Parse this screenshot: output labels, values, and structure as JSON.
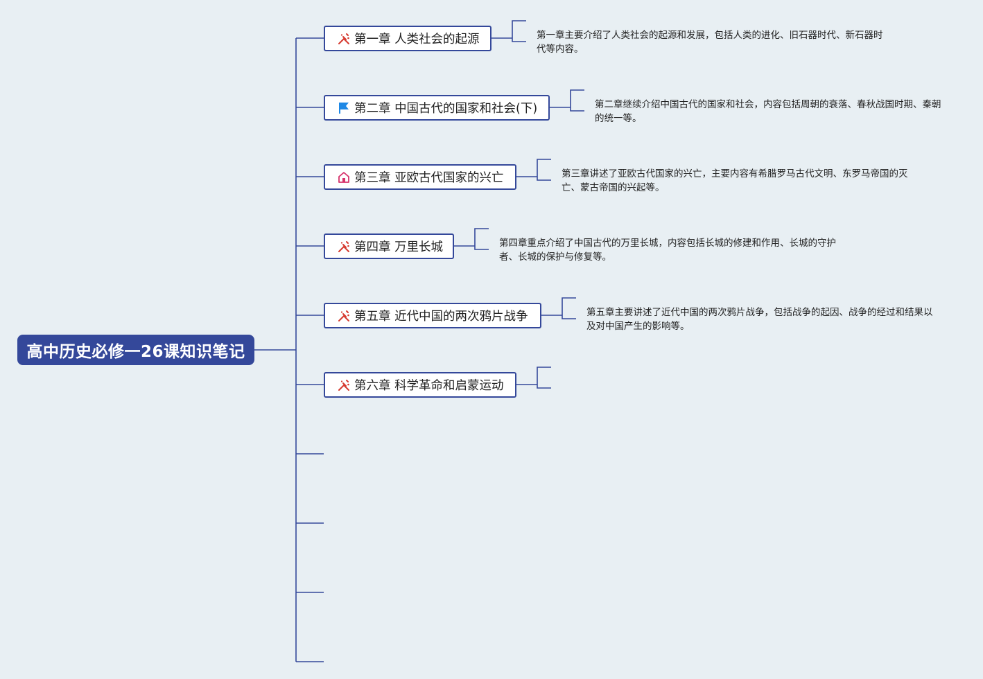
{
  "mindmap": {
    "root": "高中历史必修一26课知识笔记",
    "chapters": [
      {
        "title": "第一章 人类社会的起源",
        "icon": "tools-icon",
        "note": "第一章主要介绍了人类社会的起源和发展，包括人类的进化、旧石器时代、新石器时代等内容。"
      },
      {
        "title": "第二章 中国古代的国家和社会(下)",
        "icon": "flag-icon",
        "note": "第二章继续介绍中国古代的国家和社会，内容包括周朝的衰落、春秋战国时期、秦朝的统一等。"
      },
      {
        "title": "第三章 亚欧古代国家的兴亡",
        "icon": "home-icon",
        "note": "第三章讲述了亚欧古代国家的兴亡，主要内容有希腊罗马古代文明、东罗马帝国的灭亡、蒙古帝国的兴起等。"
      },
      {
        "title": "第四章 万里长城",
        "icon": "tools-icon",
        "note": "第四章重点介绍了中国古代的万里长城，内容包括长城的修建和作用、长城的守护者、长城的保护与修复等。"
      },
      {
        "title": "第五章 近代中国的两次鸦片战争",
        "icon": "tools-icon",
        "note": "第五章主要讲述了近代中国的两次鸦片战争，包括战争的起因、战争的经过和结果以及对中国产生的影响等。"
      },
      {
        "title": "第六章 科学革命和启蒙运动",
        "icon": "tools-icon",
        "note": ""
      }
    ]
  },
  "colors": {
    "background": "#e8eff3",
    "line": "#34489a",
    "root_fill": "#34489a",
    "root_text": "#ffffff",
    "tools_icon": "#d63a2f",
    "flag_icon": "#1e88e5",
    "home_icon": "#d6336c"
  }
}
